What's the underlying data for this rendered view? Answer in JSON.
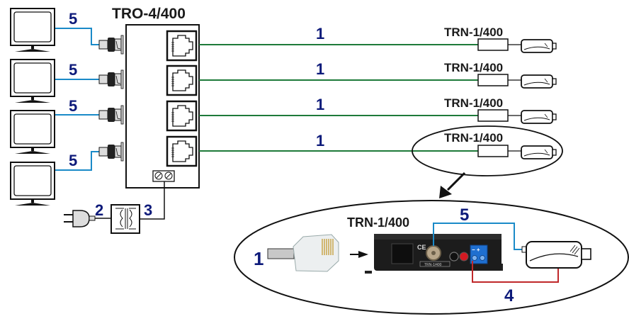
{
  "title": "TRO-4/400 video-over-UTP wiring diagram",
  "receiver": {
    "model": "TRO-4/400",
    "ports": 4
  },
  "transmitters": [
    {
      "model": "TRN-1/400",
      "cable_label": "1"
    },
    {
      "model": "TRN-1/400",
      "cable_label": "1"
    },
    {
      "model": "TRN-1/400",
      "cable_label": "1"
    },
    {
      "model": "TRN-1/400",
      "cable_label": "1"
    }
  ],
  "monitors": [
    {
      "cable_label": "5"
    },
    {
      "cable_label": "5"
    },
    {
      "cable_label": "5"
    },
    {
      "cable_label": "5"
    }
  ],
  "power": {
    "mains_label": "2",
    "output_label": "3"
  },
  "detail": {
    "model": "TRN-1/400",
    "utp_label": "1",
    "video_label": "5",
    "power_label": "4",
    "device_text": "TRN-1/400"
  },
  "colors": {
    "utp_cable": "#1e7a3a",
    "video_cable": "#1a8ac8",
    "power_cable": "#c0282a",
    "label_number": "#0d1a7a",
    "terminal_block": "#1f6fd0"
  }
}
